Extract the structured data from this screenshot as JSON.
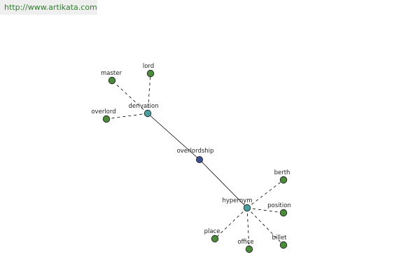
{
  "header": {
    "url": "http://www.artikata.com"
  },
  "graph": {
    "colors": {
      "center": "#3a4e8c",
      "hub": "#4a9e9e",
      "leaf": "#4a8a3a",
      "edge": "#000000"
    },
    "nodes": [
      {
        "id": "overlordship",
        "label": "overlordship",
        "kind": "center"
      },
      {
        "id": "derivation",
        "label": "derivation",
        "kind": "hub"
      },
      {
        "id": "hypernym",
        "label": "hypernym",
        "kind": "hub"
      },
      {
        "id": "master",
        "label": "master",
        "kind": "leaf"
      },
      {
        "id": "lord",
        "label": "lord",
        "kind": "leaf"
      },
      {
        "id": "overlord",
        "label": "overlord",
        "kind": "leaf"
      },
      {
        "id": "berth",
        "label": "berth",
        "kind": "leaf"
      },
      {
        "id": "position",
        "label": "position",
        "kind": "leaf"
      },
      {
        "id": "billet",
        "label": "billet",
        "kind": "leaf"
      },
      {
        "id": "office",
        "label": "office",
        "kind": "leaf"
      },
      {
        "id": "place",
        "label": "place",
        "kind": "leaf"
      }
    ],
    "edges": [
      {
        "from": "overlordship",
        "to": "derivation",
        "style": "solid"
      },
      {
        "from": "overlordship",
        "to": "hypernym",
        "style": "solid"
      },
      {
        "from": "derivation",
        "to": "master",
        "style": "dashed"
      },
      {
        "from": "derivation",
        "to": "lord",
        "style": "dashed"
      },
      {
        "from": "derivation",
        "to": "overlord",
        "style": "dashed"
      },
      {
        "from": "hypernym",
        "to": "berth",
        "style": "dashed"
      },
      {
        "from": "hypernym",
        "to": "position",
        "style": "dashed"
      },
      {
        "from": "hypernym",
        "to": "billet",
        "style": "dashed"
      },
      {
        "from": "hypernym",
        "to": "office",
        "style": "dashed"
      },
      {
        "from": "hypernym",
        "to": "place",
        "style": "dashed"
      }
    ]
  }
}
